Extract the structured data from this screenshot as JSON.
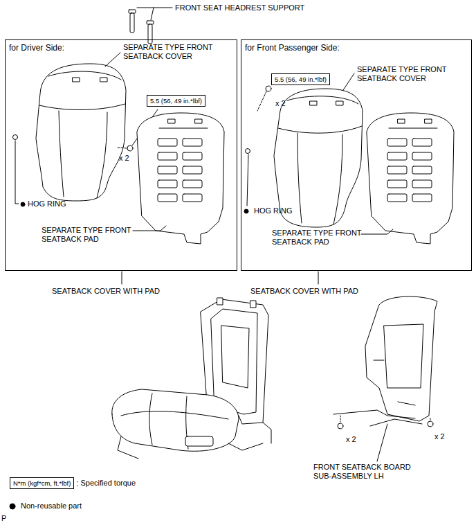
{
  "diagram": {
    "nodes": [
      {
        "text": [
          "for Driver Side:"
        ]
      },
      {
        "text": [
          "5.5 (56, 49 in.*lbf)"
        ],
        "in": 0
      },
      {
        "text": [
          "for Front Passenger Side:"
        ]
      },
      {
        "text": [
          "5.5 (56, 49 in.*lbf)"
        ],
        "in": 2
      },
      {
        "text": [
          "N*m (kgf*cm, ft.*lbf)"
        ]
      }
    ],
    "labels": [
      "FRONT SEAT HEADREST SUPPORT",
      "SEPARATE TYPE FRONT SEATBACK COVER",
      "x 2",
      "HOG RING",
      "SEPARATE TYPE FRONT SEATBACK PAD",
      "SEPARATE TYPE FRONT SEATBACK COVER",
      "x 2",
      "HOG RING",
      "SEPARATE TYPE FRONT SEATBACK PAD",
      "SEATBACK COVER WITH PAD",
      "SEATBACK COVER WITH PAD",
      "x 2",
      "x 2",
      "FRONT SEATBACK BOARD SUB-ASSEMBLY LH",
      "P"
    ],
    "legend": [
      {
        "text": ": Specified torque"
      },
      {
        "text": "Non-reusable part"
      }
    ]
  }
}
